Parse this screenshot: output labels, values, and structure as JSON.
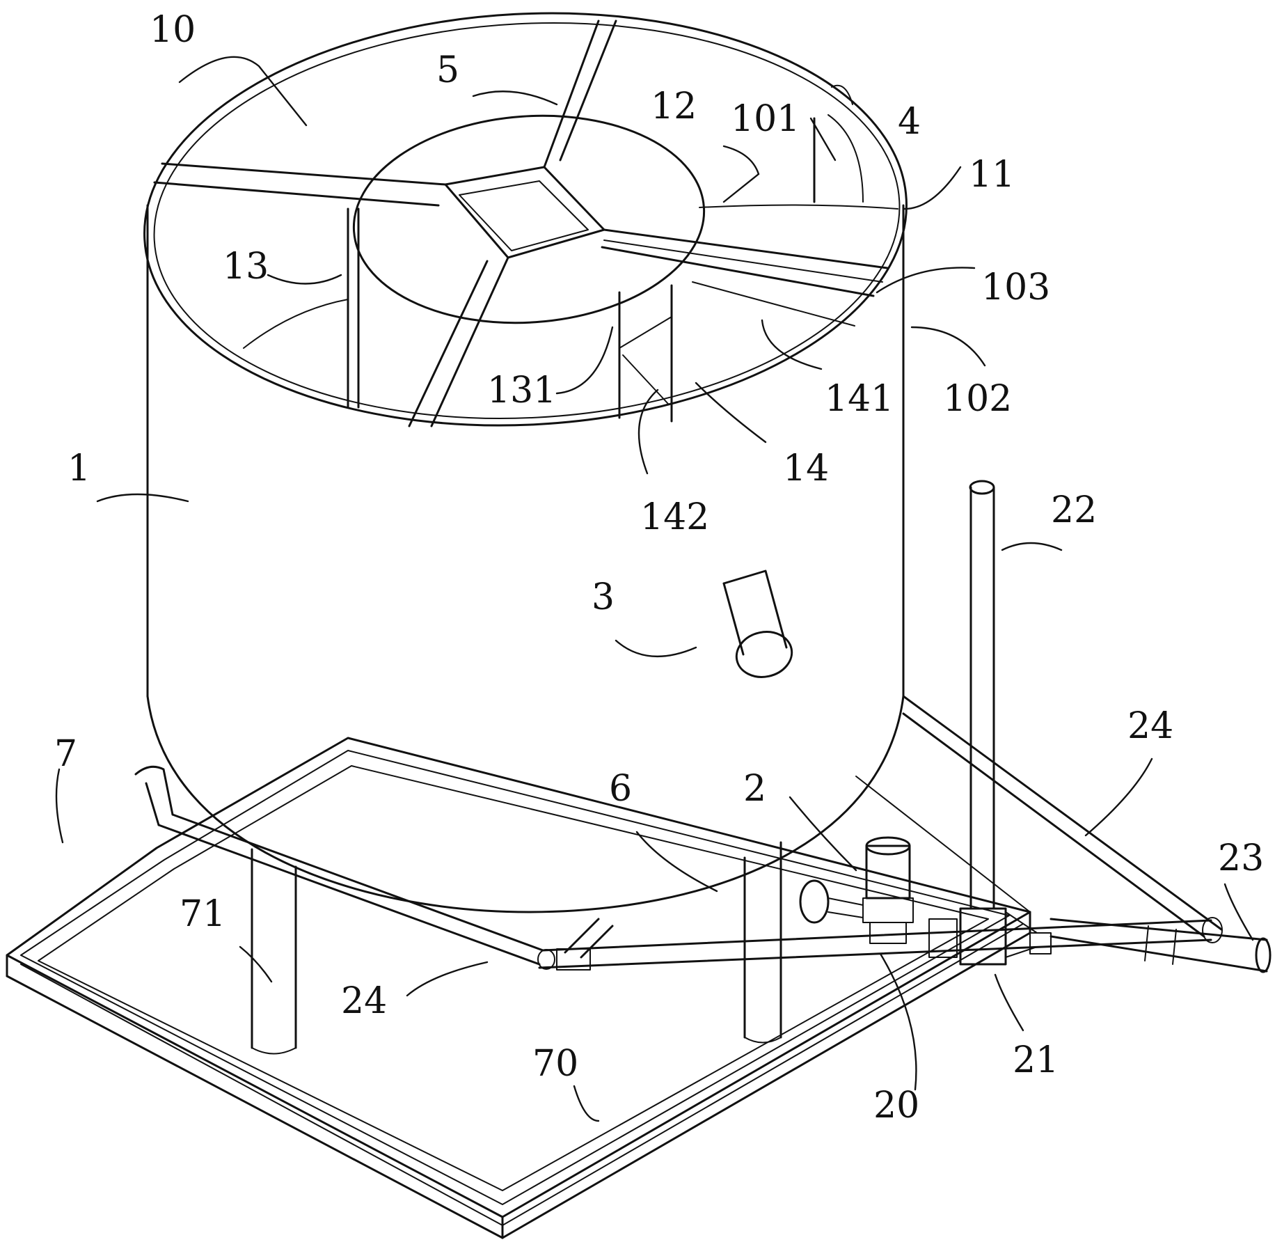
{
  "labels": {
    "l10": "10",
    "l5": "5",
    "l12": "12",
    "l101": "101",
    "l4": "4",
    "l11": "11",
    "l13": "13",
    "l103": "103",
    "l131": "131",
    "l141": "141",
    "l102": "102",
    "l14": "14",
    "l142": "142",
    "l1": "1",
    "l22": "22",
    "l3": "3",
    "l24a": "24",
    "l7": "7",
    "l6": "6",
    "l2": "2",
    "l23": "23",
    "l71": "71",
    "l24b": "24",
    "l21": "21",
    "l70": "70",
    "l20": "20"
  }
}
